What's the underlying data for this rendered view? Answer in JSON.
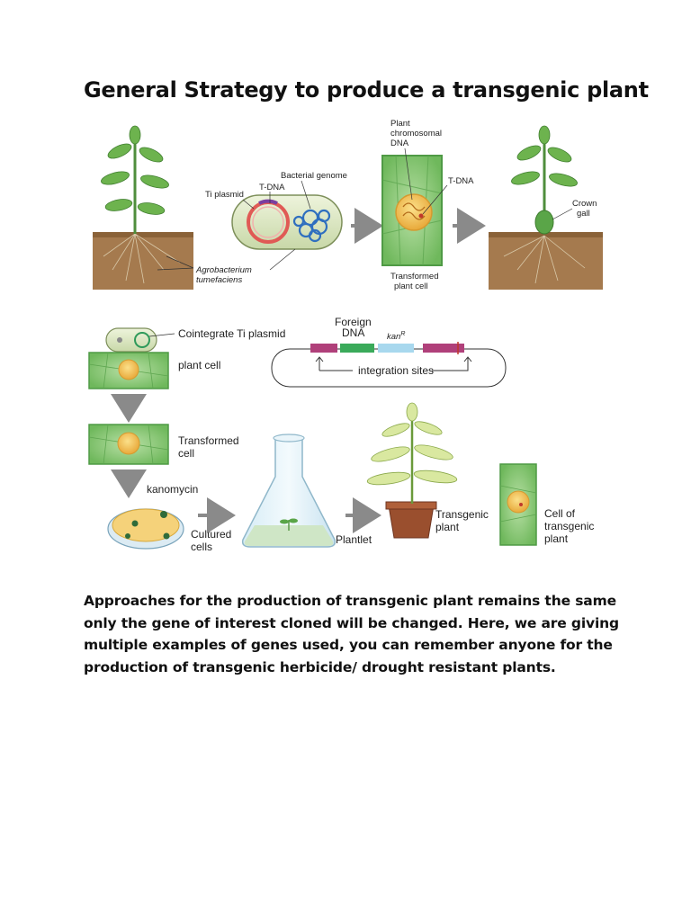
{
  "document": {
    "title": "General Strategy to produce a transgenic plant",
    "paragraph_lines": [
      "Approaches for the production of transgenic plant remains the same",
      "only the gene of interest cloned will be changed. Here, we are giving",
      "multiple examples of genes used, you can remember anyone for the",
      "production of transgenic herbicide/ drought resistant plants."
    ]
  },
  "figure_top": {
    "labels": {
      "ti_plasmid": "Ti plasmid",
      "t_dna_1": "T-DNA",
      "bacterial_genome": "Bacterial genome",
      "plant_chromosomal_dna": [
        "Plant",
        "chromosomal",
        "DNA"
      ],
      "t_dna_2": "T-DNA",
      "crown_gall": [
        "Crown",
        "gall"
      ],
      "agrobacterium": [
        "Agrobacterium",
        "tumefaciens"
      ],
      "transformed_plant_cell": [
        "Transformed",
        "plant cell"
      ]
    }
  },
  "figure_bottom": {
    "labels": {
      "cointegrate": "Cointegrate Ti plasmid",
      "foreign_dna": [
        "Foreign",
        "DNA"
      ],
      "kan": "kan",
      "kan_sup": "R",
      "integration_sites": "integration sites",
      "plant_cell": "plant cell",
      "transformed_cell": [
        "Transformed",
        "cell"
      ],
      "kanomycin": "kanomycin",
      "cultured_cells": [
        "Cultured",
        "cells"
      ],
      "plantlet": "Plantlet",
      "transgenic_plant": [
        "Transgenic",
        "plant"
      ],
      "cell_of_transgenic_plant": [
        "Cell of",
        "transgenic",
        "plant"
      ]
    }
  },
  "colors": {
    "cell_green": "#7cc167",
    "cell_border": "#4f9a45",
    "nucleus": "#f2c14e",
    "soil": "#a57a4e",
    "plasmid_red": "#e05a55",
    "genome_blue": "#2f6fbf",
    "arrow_gray": "#8a8a8a"
  }
}
